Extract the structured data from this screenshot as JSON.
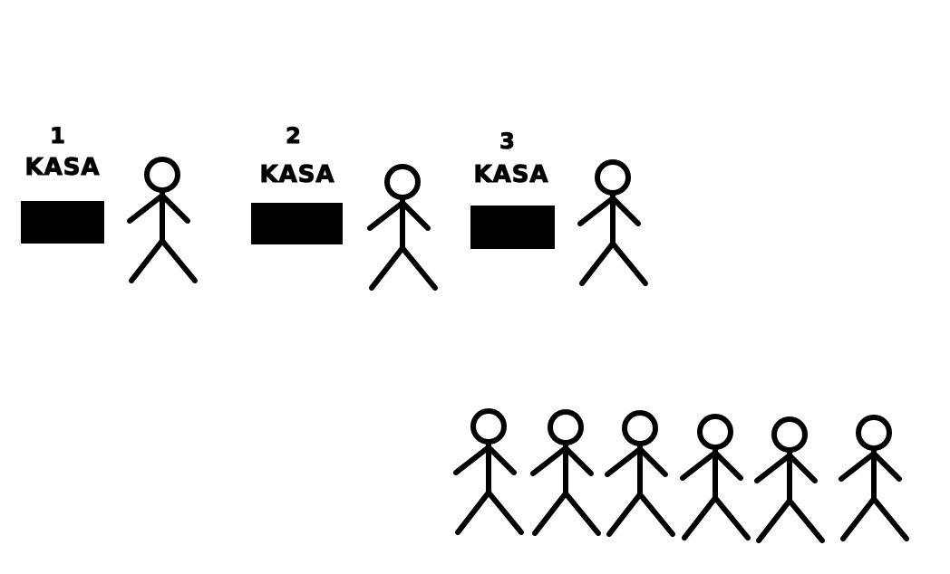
{
  "colors": {
    "background": "#ffffff",
    "ink": "#000000"
  },
  "counters": [
    {
      "number": "1",
      "label": "KASA"
    },
    {
      "number": "2",
      "label": "KASA"
    },
    {
      "number": "3",
      "label": "KASA"
    }
  ],
  "people": {
    "being_served_count": 3,
    "waiting_queue_count": 6
  }
}
